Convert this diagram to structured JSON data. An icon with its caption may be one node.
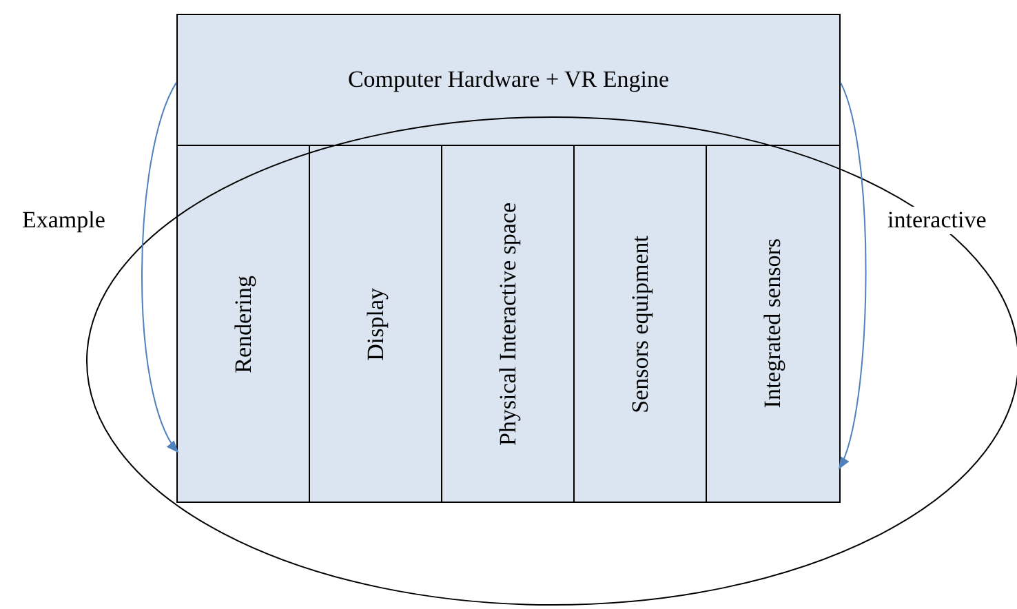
{
  "diagram": {
    "nodes": [
      {
        "text": [
          "Computer Hardware + VR Engine"
        ]
      },
      {
        "text": [
          "Rendering"
        ]
      },
      {
        "text": [
          "Display"
        ]
      },
      {
        "text": [
          "Physical Interactive space"
        ]
      },
      {
        "text": [
          "Sensors equipment"
        ]
      },
      {
        "text": [
          "Integrated sensors"
        ]
      }
    ],
    "edges": [
      {
        "from": 0,
        "to": 1,
        "arrow": "to",
        "label": "Example"
      },
      {
        "from": 0,
        "to": 5,
        "arrow": "to",
        "label": "interactive"
      }
    ]
  }
}
